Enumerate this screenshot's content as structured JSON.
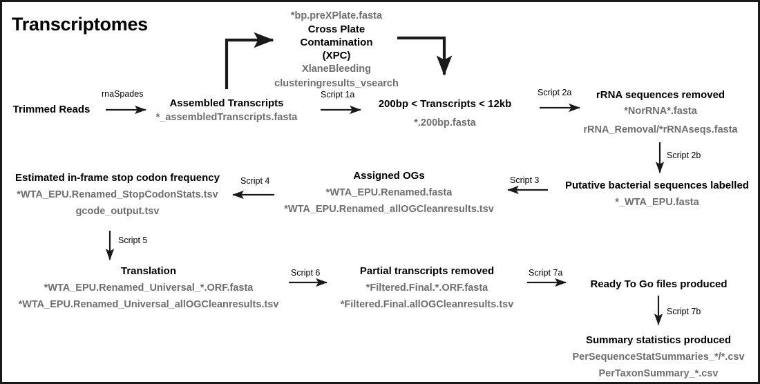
{
  "page": {
    "title": "Transcriptomes",
    "border_color": "#1a1a1a",
    "header_text_color": "#000000",
    "file_text_color": "#6e6e6e",
    "background": "#ffffff"
  },
  "nodes": {
    "trimmed_reads": {
      "header": "Trimmed Reads",
      "files": []
    },
    "assembled": {
      "header": "Assembled Transcripts",
      "files": [
        "*_assembledTranscripts.fasta"
      ]
    },
    "xpc": {
      "pre": "*bp.preXPlate.fasta",
      "header_line1": "Cross Plate",
      "header_line2": "Contamination",
      "header_line3": "(XPC)",
      "files": [
        "XlaneBleeding",
        "clusteringresults_vsearch"
      ]
    },
    "length_filter": {
      "header": "200bp < Transcripts < 12kb",
      "files": [
        "*.200bp.fasta"
      ]
    },
    "rrna_removed": {
      "header": "rRNA sequences removed",
      "files": [
        "*NorRNA*.fasta",
        "rRNA_Removal/*rRNAseqs.fasta"
      ]
    },
    "bacterial_labelled": {
      "header": "Putative bacterial sequences labelled",
      "files": [
        "*_WTA_EPU.fasta"
      ]
    },
    "assigned_ogs": {
      "header": "Assigned OGs",
      "files": [
        "*WTA_EPU.Renamed.fasta",
        "*WTA_EPU.Renamed_allOGCleanresults.tsv"
      ]
    },
    "stop_codon": {
      "header": "Estimated in-frame stop codon frequency",
      "files": [
        "*WTA_EPU.Renamed_StopCodonStats.tsv",
        "gcode_output.tsv"
      ]
    },
    "translation": {
      "header": "Translation",
      "files": [
        "*WTA_EPU.Renamed_Universal_*.ORF.fasta",
        "*WTA_EPU.Renamed_Universal_allOGCleanresults.tsv"
      ]
    },
    "partial_removed": {
      "header": "Partial transcripts removed",
      "files": [
        "*Filtered.Final.*.ORF.fasta",
        "*Filtered.Final.allOGCleanresults.tsv"
      ]
    },
    "ready_to_go": {
      "header": "Ready To Go files produced",
      "files": []
    },
    "summary_stats": {
      "header": "Summary statistics produced",
      "files": [
        "PerSequenceStatSummaries_*/*.csv",
        "PerTaxonSummary_*.csv"
      ]
    }
  },
  "arrow_labels": {
    "rnaspades": "rnaSpades",
    "script1a": "Script 1a",
    "script2a": "Script 2a",
    "script2b": "Script 2b",
    "script3": "Script 3",
    "script4": "Script 4",
    "script5": "Script 5",
    "script6": "Script 6",
    "script7a": "Script 7a",
    "script7b": "Script 7b"
  }
}
